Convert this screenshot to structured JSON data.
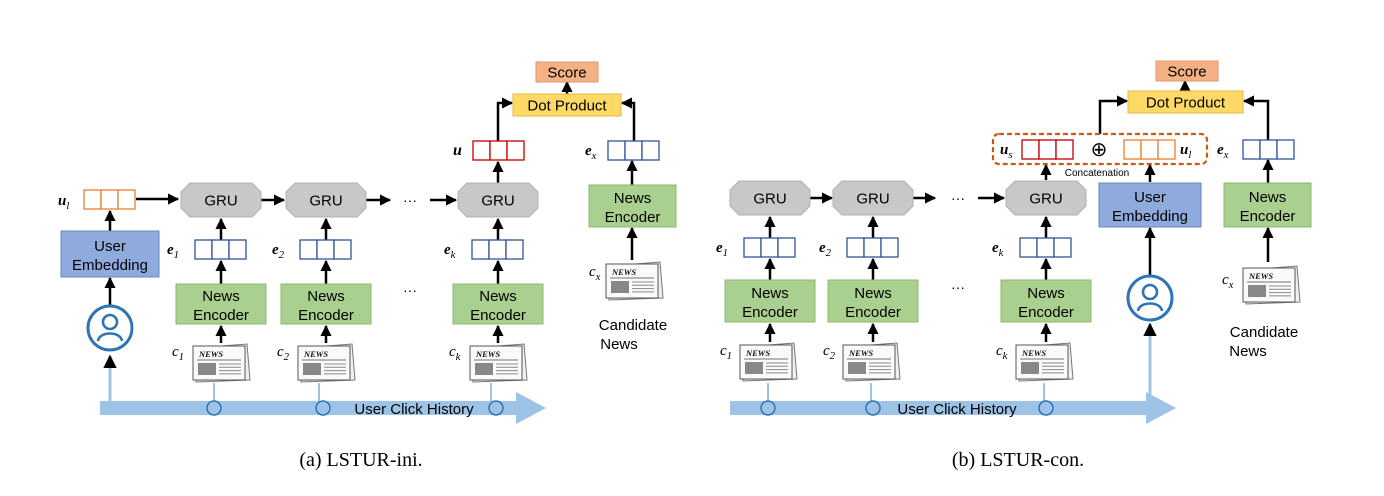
{
  "colors": {
    "gru": "#c8c8c8",
    "news_encoder": "#a9d08e",
    "user_embedding": "#8faadc",
    "dot_product": "#ffd966",
    "score": "#f4b183",
    "history_arrow": "#9dc3e6",
    "vector_blue": "#2f5597",
    "vector_red": "#c00000",
    "vector_orange": "#ed7d31",
    "concat_border": "#c55a11",
    "user_icon": "#2e75b6"
  },
  "icons": {
    "user": "user-circle-icon",
    "news": "newspaper-icon"
  },
  "labels": {
    "gru": "GRU",
    "news_encoder_line1": "News",
    "news_encoder_line2": "Encoder",
    "user_embedding_line1": "User",
    "user_embedding_line2": "Embedding",
    "dot_product": "Dot Product",
    "score": "Score",
    "ellipsis": "···",
    "user_click_history": "User Click History",
    "candidate_line1": "Candidate",
    "candidate_line2": "News",
    "concatenation": "Concatenation",
    "oplus": "⊕",
    "newspaper_title": "NEWS",
    "vec_u": "u",
    "vec_e": "e",
    "vec_c": "c",
    "sub_l": "l",
    "sub_s": "s",
    "sub_x": "x",
    "sub_k": "k",
    "sub_1": "1",
    "sub_2": "2"
  },
  "captions": {
    "a": "(a) LSTUR-ini.",
    "b": "(b) LSTUR-con."
  }
}
